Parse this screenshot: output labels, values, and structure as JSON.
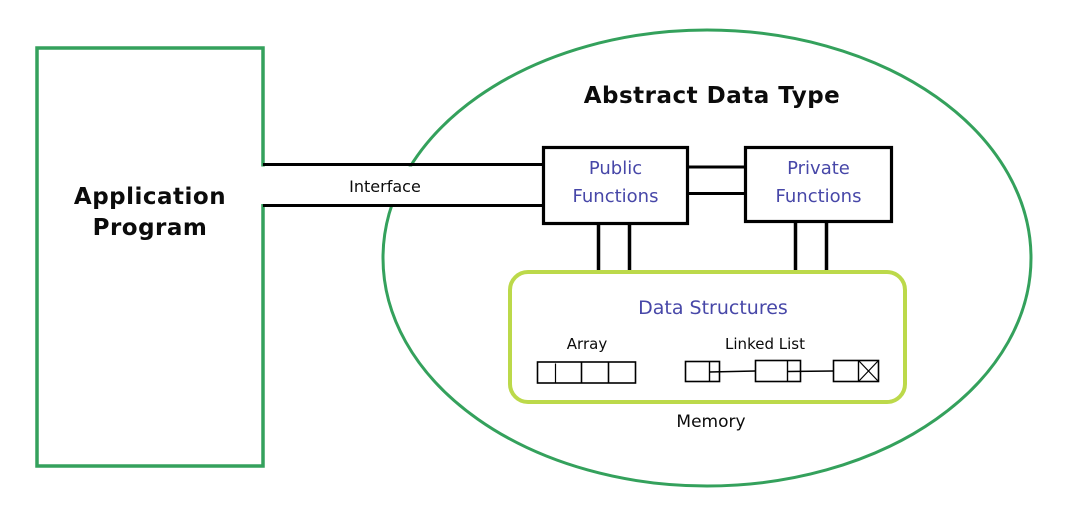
{
  "labels": {
    "application_program": "Application Program",
    "interface": "Interface",
    "abstract_data_type": "Abstract Data Type",
    "public_functions": "Public Functions",
    "private_functions": "Private Functions",
    "data_structures": "Data Structures",
    "array": "Array",
    "linked_list": "Linked List",
    "memory": "Memory"
  },
  "colors": {
    "green": "#34a15c",
    "lime": "#bcd94a",
    "blue": "#4747a8",
    "line": "#000000"
  }
}
